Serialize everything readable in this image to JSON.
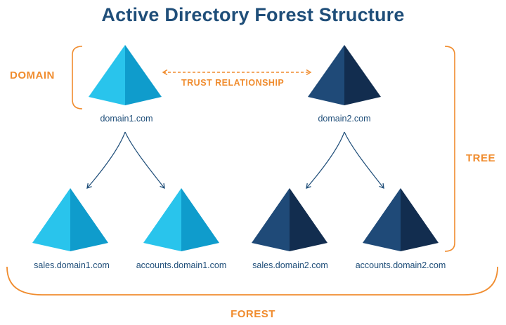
{
  "title": "Active Directory Forest Structure",
  "labels": {
    "domain": "DOMAIN",
    "trust_relationship": "TRUST RELATIONSHIP",
    "tree": "TREE",
    "forest": "FOREST"
  },
  "domains": [
    {
      "name": "domain1.com",
      "color_group": "light"
    },
    {
      "name": "domain2.com",
      "color_group": "dark"
    },
    {
      "name": "sales.domain1.com",
      "color_group": "light"
    },
    {
      "name": "accounts.domain1.com",
      "color_group": "light"
    },
    {
      "name": "sales.domain2.com",
      "color_group": "dark"
    },
    {
      "name": "accounts.domain2.com",
      "color_group": "dark"
    }
  ],
  "colors": {
    "accent": "#f08c2e",
    "title": "#1f4e79",
    "light_left": "#29c4ec",
    "light_right": "#0f9ccc",
    "dark_left": "#1f4a78",
    "dark_right": "#122d4f",
    "arrow": "#1f4e79"
  }
}
